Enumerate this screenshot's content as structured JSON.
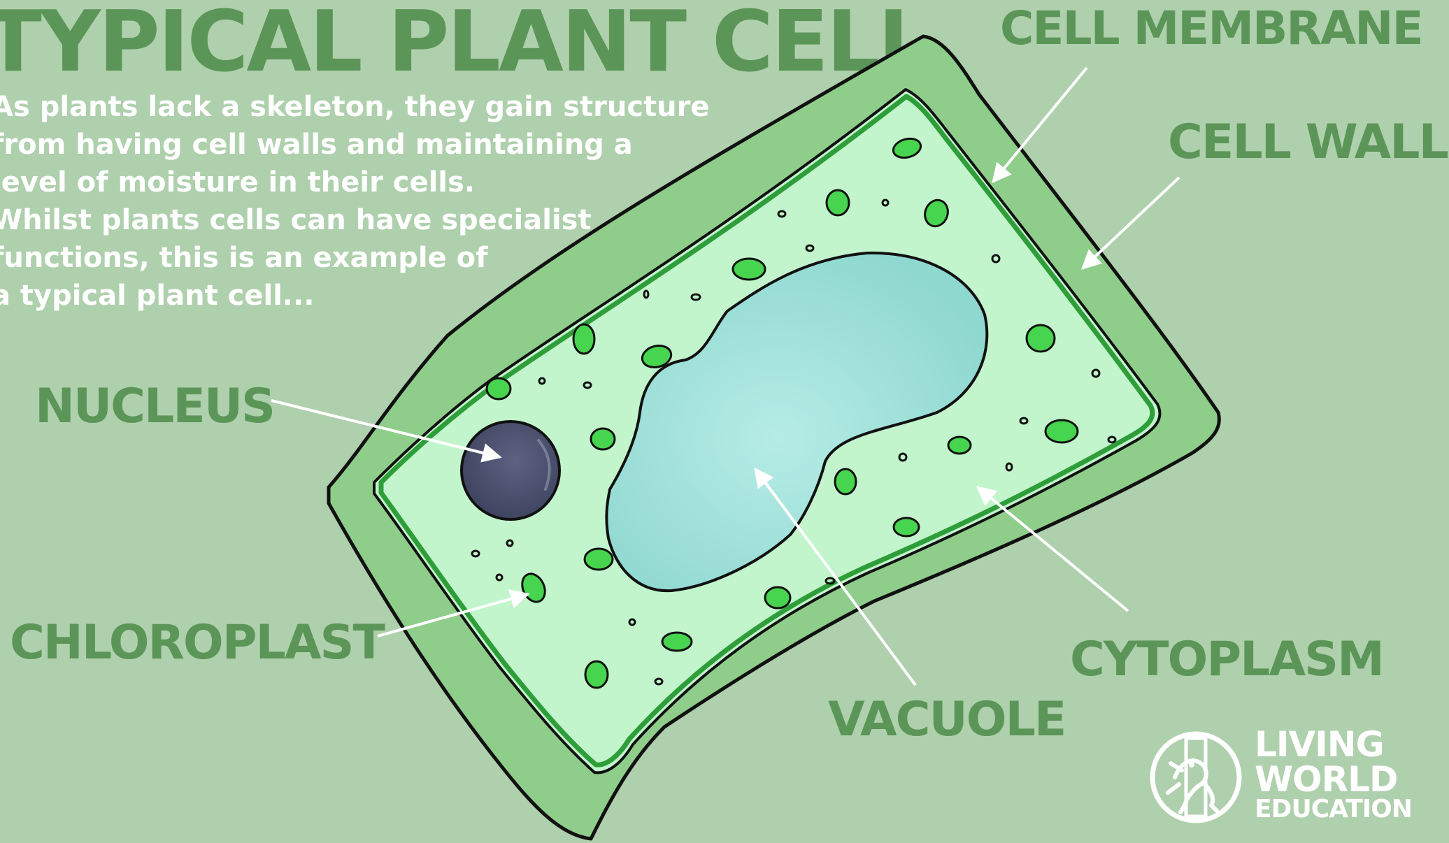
{
  "title": "TYPICAL PLANT CELL",
  "intro_lines": [
    "As plants lack a skeleton, they gain structure",
    "from having cell walls and maintaining a",
    "level of moisture in their cells.",
    "Whilst plants cells can have specialist",
    "functions, this is an example of",
    "a typical plant cell..."
  ],
  "labels": {
    "cell_membrane": "CELL MEMBRANE",
    "cell_wall": "CELL WALL",
    "nucleus": "NUCLEUS",
    "chloroplast": "CHLOROPLAST",
    "cytoplasm": "CYTOPLASM",
    "vacuole": "VACUOLE"
  },
  "logo": {
    "line1": "LIVING",
    "line2": "WORLD",
    "line3": "EDUCATION",
    "icon": "frog-in-circle-icon"
  },
  "colors": {
    "background": "#afd0ad",
    "label_green": "#5c9558",
    "cell_wall": "#8cc988",
    "membrane": "#2f9e3a",
    "cytoplasm": "#c2f5cc",
    "vacuole": "#9fe0d8",
    "nucleus": "#4b5169",
    "chloroplast": "#47d44e"
  }
}
